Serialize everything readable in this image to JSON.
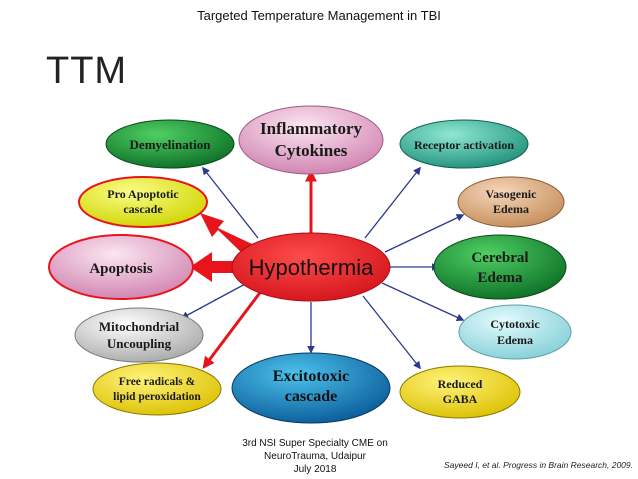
{
  "header": {
    "title": "Targeted Temperature Management in TBI"
  },
  "slide": {
    "title": "TTM"
  },
  "diagram": {
    "center": "Hypothermia",
    "nodes": {
      "demyelination": "Demyelination",
      "inflammatory_1": "Inflammatory",
      "inflammatory_2": "Cytokines",
      "receptor": "Receptor activation",
      "pro_apoptotic_1": "Pro Apoptotic",
      "pro_apoptotic_2": "cascade",
      "vasogenic_1": "Vasogenic",
      "vasogenic_2": "Edema",
      "apoptosis": "Apoptosis",
      "cerebral_1": "Cerebral",
      "cerebral_2": "Edema",
      "mito_1": "Mitochondrial",
      "mito_2": "Uncoupling",
      "cytotoxic_1": "Cytotoxic",
      "cytotoxic_2": "Edema",
      "free_radicals_1": "Free radicals &",
      "free_radicals_2": "lipid peroxidation",
      "excitotoxic_1": "Excitotoxic",
      "excitotoxic_2": "cascade",
      "gaba_1": "Reduced",
      "gaba_2": "GABA"
    },
    "colors": {
      "center_fill": "#e41e26",
      "red_arrow": "#e8141c",
      "blue_arrow": "#2b3990",
      "highlight_stroke": "#e8141c"
    }
  },
  "footer": {
    "line1": "3rd NSI Super Specialty CME on",
    "line2": "NeuroTrauma, Udaipur",
    "line3": "July 2018",
    "citation": "Sayeed I, et al. Progress in Brain Research, 2009."
  }
}
